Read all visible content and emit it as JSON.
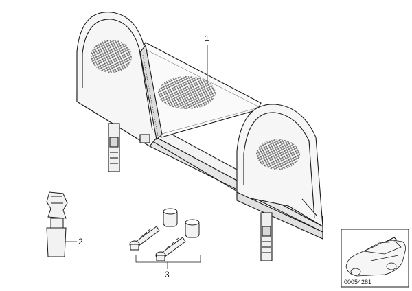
{
  "callouts": [
    {
      "label": "1"
    },
    {
      "label": "2"
    },
    {
      "label": "3"
    }
  ],
  "thumbnail": {
    "code": "00054281"
  },
  "colors": {
    "stroke": "#1a1a1a",
    "mesh": "#555555",
    "frame_fill": "#f6f6f6"
  }
}
